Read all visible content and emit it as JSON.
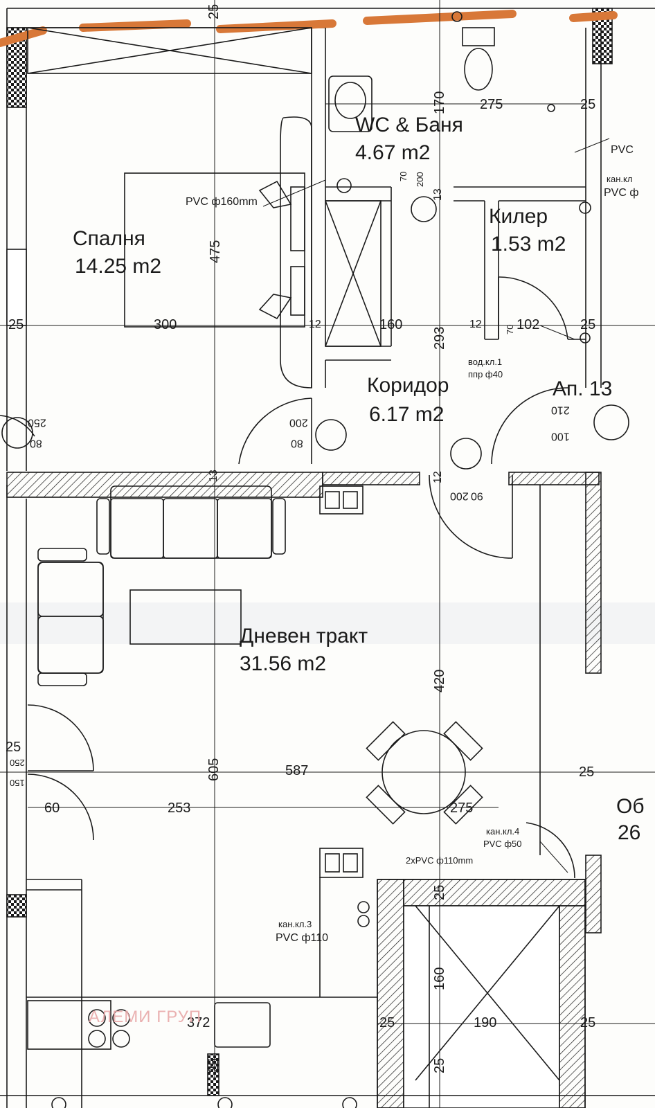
{
  "rooms": {
    "bedroom": {
      "name": "Спалня",
      "area": "14.25 m2"
    },
    "bathroom": {
      "name": "WC & Баня",
      "area": "4.67 m2"
    },
    "storage": {
      "name": "Килер",
      "area": "1.53 m2"
    },
    "corridor": {
      "name": "Коридор",
      "area": "6.17 m2"
    },
    "living": {
      "name": "Дневен тракт",
      "area": "31.56 m2"
    },
    "apartment": {
      "name": "Ап. 13"
    },
    "edge": {
      "name": "Об",
      "area": "26"
    }
  },
  "dimensions": {
    "d25_top": "25",
    "d170": "170",
    "d275_top": "275",
    "d25_bath": "25",
    "d70_200_a": "70",
    "d200_a": "200",
    "d13_a": "13",
    "d475": "475",
    "d25_left": "25",
    "d300": "300",
    "d12_a": "12",
    "d160_mid": "160",
    "d293": "293",
    "d12_b": "12",
    "d102": "102",
    "d70_b": "70",
    "d25_right": "25",
    "d250_a": "250",
    "d80_a": "80",
    "d200_b": "200",
    "d80_b": "80",
    "d210": "210",
    "d100": "100",
    "d12_c": "12",
    "d13_b": "13",
    "d200_c": "200",
    "d90": "90",
    "d420": "420",
    "d25_lower_left": "25",
    "d250_b": "250",
    "d150": "150",
    "d605": "605",
    "d587": "587",
    "d25_lower_right": "25",
    "d60": "60",
    "d253": "253",
    "d275_low": "275",
    "d25_lift": "25",
    "d160_lift": "160",
    "d25_lift_l": "25",
    "d190": "190",
    "d25_lift_r": "25",
    "d372": "372",
    "d25_bottom": "25",
    "d25_bottom_b": "25"
  },
  "notes": {
    "pvc160": "PVC ф160mm",
    "pvc_right": "PVC",
    "kan_kl": "кан.кл",
    "pvc_f": "PVC ф",
    "vod_kl": "вод.кл.1",
    "ppr40": "ппр ф40",
    "kan_kl4": "кан.кл.4",
    "pvc50": "PVC ф50",
    "pvc110x2": "2xPVC ф110mm",
    "kan_kl3": "кан.кл.3",
    "pvc110": "PVC ф110"
  },
  "watermark": "АЛЕМИ ГРУП",
  "colors": {
    "ink": "#1a1a1a",
    "brick": "#d87838",
    "watermark": "#e8a9a9"
  }
}
